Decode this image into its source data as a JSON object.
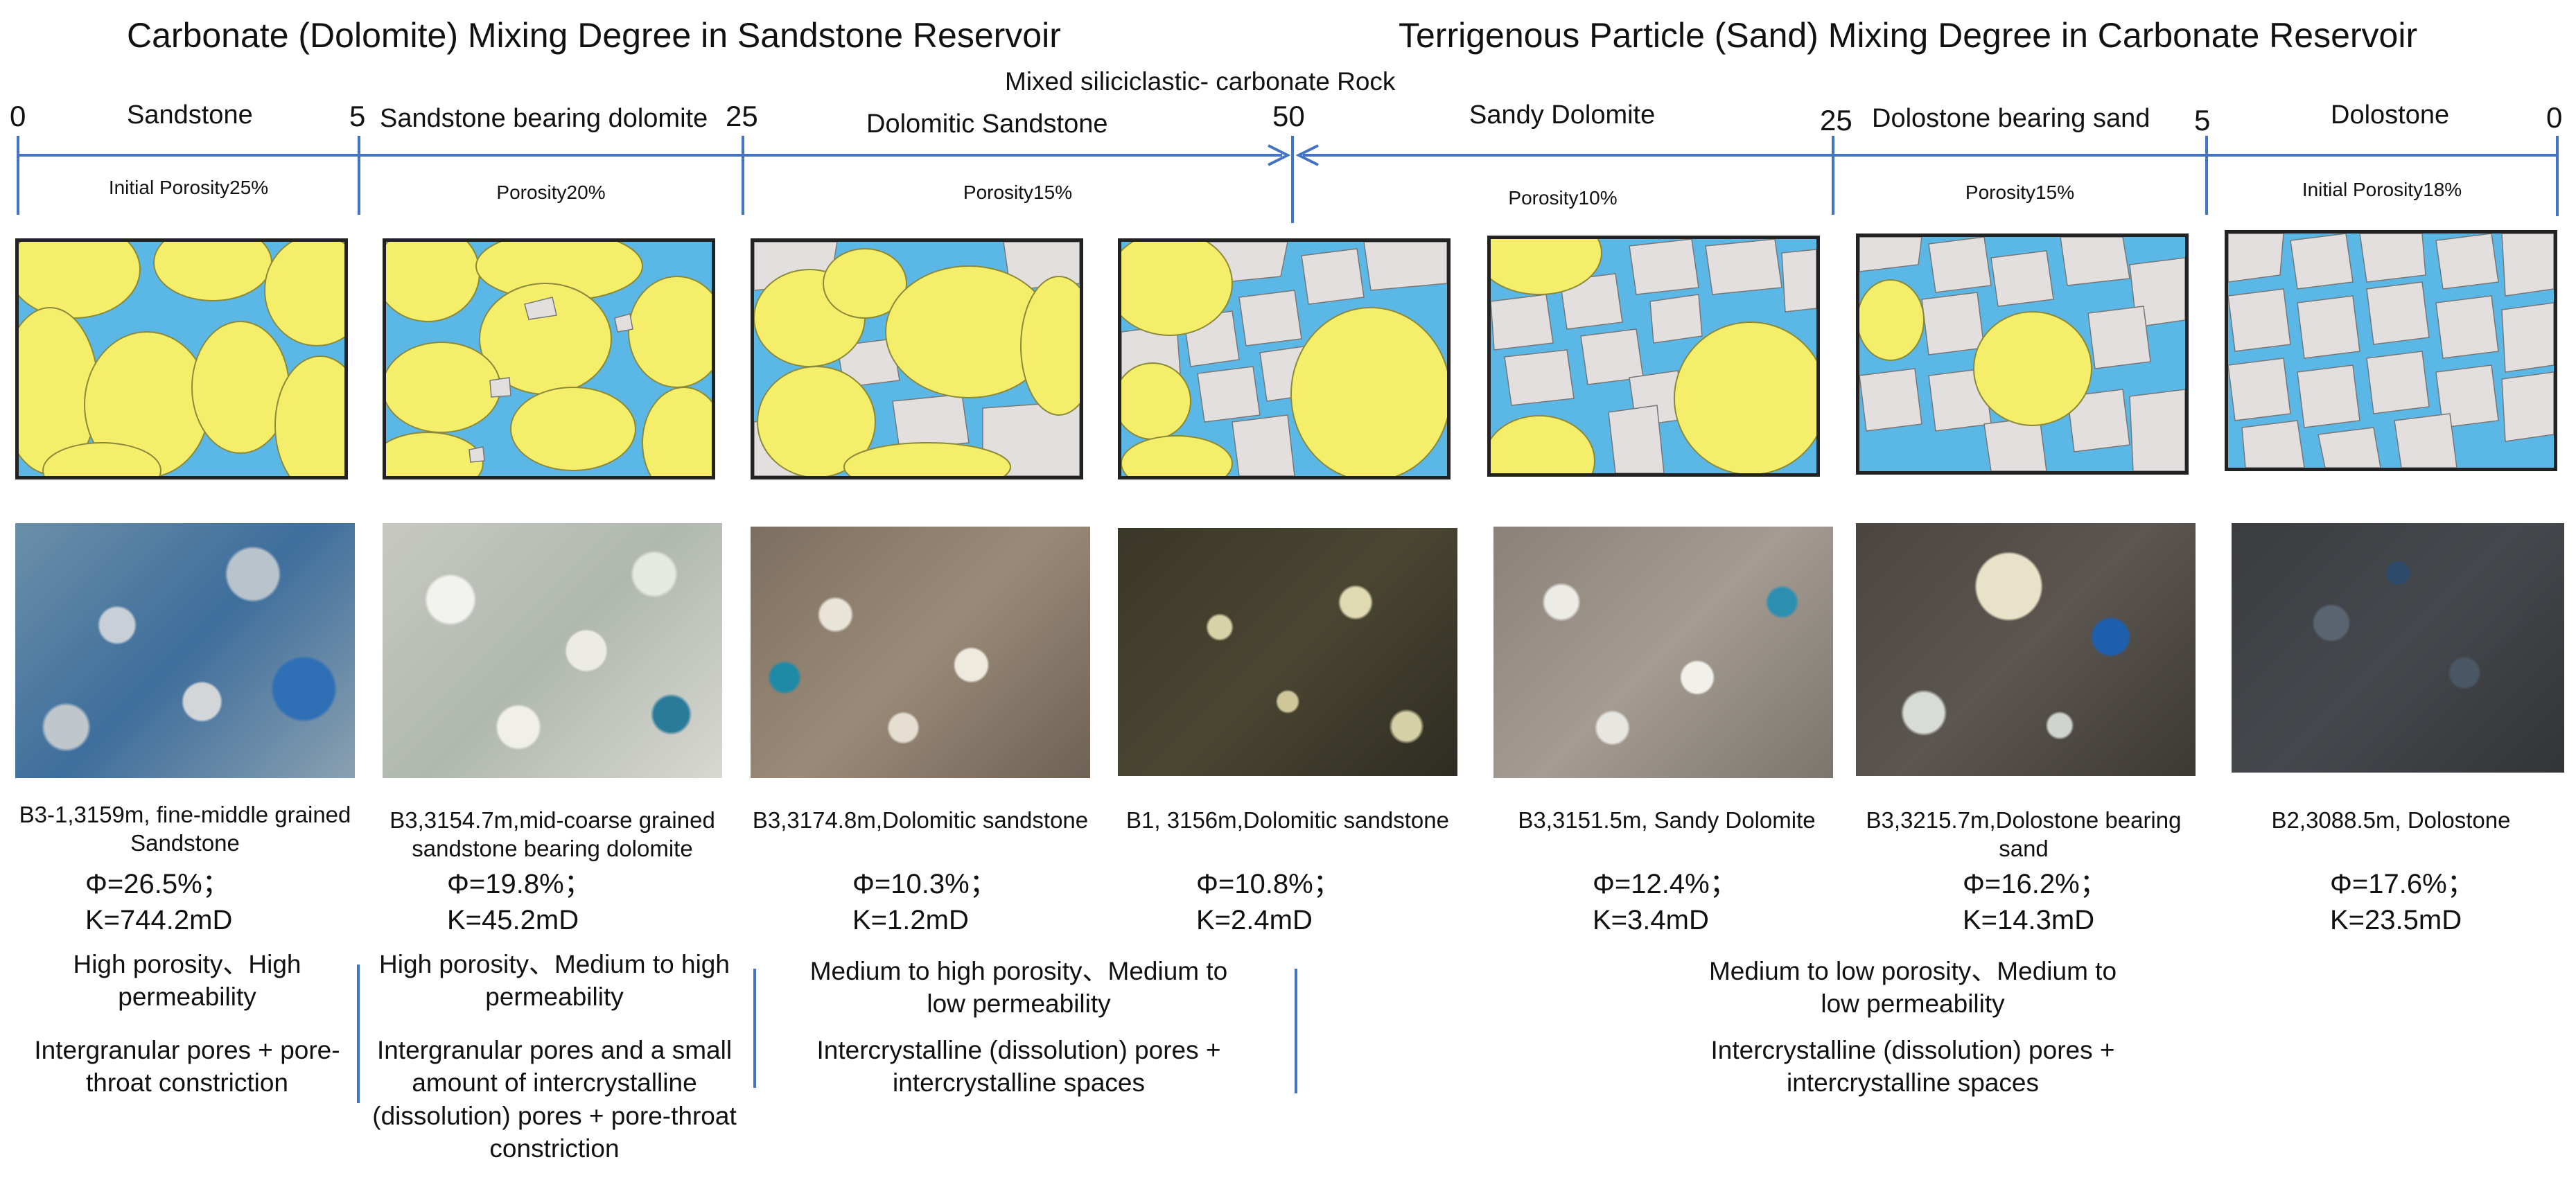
{
  "titles": {
    "left": "Carbonate (Dolomite) Mixing Degree in Sandstone Reservoir",
    "right": "Terrigenous Particle (Sand) Mixing Degree in Carbonate Reservoir",
    "middle": "Mixed siliciclastic- carbonate Rock"
  },
  "scale_ticks": [
    "0",
    "5",
    "25",
    "50",
    "25",
    "5",
    "0"
  ],
  "zones": [
    "Sandstone",
    "Sandstone bearing dolomite",
    "Dolomitic Sandstone",
    "Sandy Dolomite",
    "Dolostone bearing sand",
    "Dolostone"
  ],
  "porosity_labels": [
    "Initial Porosity25%",
    "Porosity20%",
    "Porosity15%",
    "Porosity10%",
    "Porosity15%",
    "Initial Porosity18%"
  ],
  "colors": {
    "grain": "#f5ee6a",
    "pore": "#5bb8e6",
    "dolomite": "#e3dfde",
    "axis": "#4472c4"
  },
  "samples": [
    {
      "caption": "B3-1,3159m, fine-middle grained Sandstone",
      "phi": "Φ=26.5%；",
      "k": "K=744.2mD"
    },
    {
      "caption": "B3,3154.7m,mid-coarse grained sandstone bearing dolomite",
      "phi": "Φ=19.8%；",
      "k": "K=45.2mD"
    },
    {
      "caption": "B3,3174.8m,Dolomitic sandstone",
      "phi": "Φ=10.3%；",
      "k": "K=1.2mD"
    },
    {
      "caption": "B1, 3156m,Dolomitic sandstone",
      "phi": "Φ=10.8%；",
      "k": "K=2.4mD"
    },
    {
      "caption": "B3,3151.5m, Sandy Dolomite",
      "phi": "Φ=12.4%；",
      "k": "K=3.4mD"
    },
    {
      "caption": "B3,3215.7m,Dolostone bearing sand",
      "phi": "Φ=16.2%；",
      "k": "K=14.3mD"
    },
    {
      "caption": "B2,3088.5m, Dolostone",
      "phi": "Φ=17.6%；",
      "k": "K=23.5mD"
    }
  ],
  "properties": [
    {
      "perm": "High porosity、High permeability",
      "pores": "Intergranular pores + pore-throat constriction"
    },
    {
      "perm": "High porosity、Medium to high permeability",
      "pores": "Intergranular pores and a small amount of intercrystalline (dissolution) pores + pore-throat constriction"
    },
    {
      "perm": "Medium to high porosity、Medium to low permeability",
      "pores": "Intercrystalline (dissolution) pores + intercrystalline spaces"
    },
    {
      "perm": "Medium to low porosity、Medium to low permeability",
      "pores": "Intercrystalline (dissolution) pores + intercrystalline spaces"
    }
  ]
}
